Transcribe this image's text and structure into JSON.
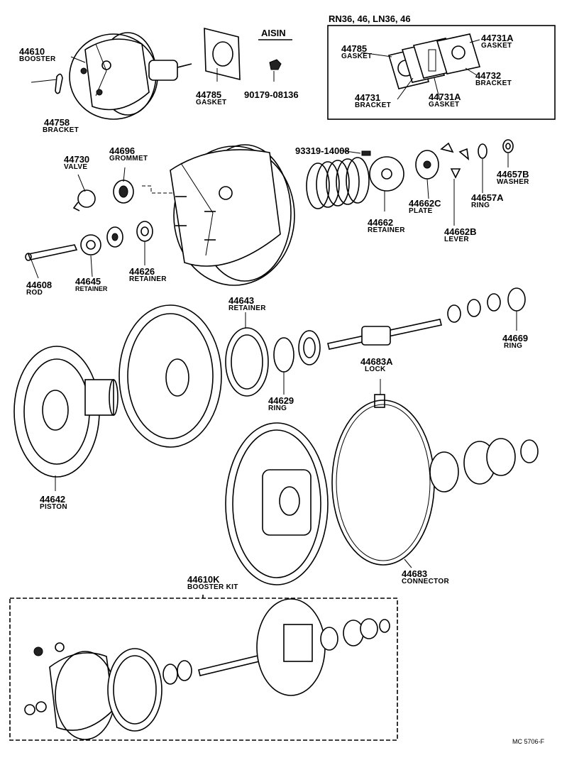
{
  "inset": {
    "title": "RN36, 46, LN36, 46"
  },
  "aisin": "AISIN",
  "kit": {
    "number": "44610K",
    "name": "BOOSTER KIT"
  },
  "code": "MC 5706-F",
  "parts": [
    {
      "number": "44610",
      "name": "BOOSTER"
    },
    {
      "number": "44758",
      "name": "BRACKET"
    },
    {
      "number": "44785",
      "name": "GASKET"
    },
    {
      "number": "90179-08136",
      "name": ""
    },
    {
      "number": "44785",
      "name": "GASKET"
    },
    {
      "number": "44731A",
      "name": "GASKET"
    },
    {
      "number": "44732",
      "name": "BRACKET"
    },
    {
      "number": "44731",
      "name": "BRACKET"
    },
    {
      "number": "44731A",
      "name": "GASKET"
    },
    {
      "number": "44730",
      "name": "VALVE"
    },
    {
      "number": "44696",
      "name": "GROMMET"
    },
    {
      "number": "93319-14008",
      "name": ""
    },
    {
      "number": "44657B",
      "name": "WASHER"
    },
    {
      "number": "44662C",
      "name": "PLATE"
    },
    {
      "number": "44657A",
      "name": "RING"
    },
    {
      "number": "44662",
      "name": "RETAINER"
    },
    {
      "number": "44662B",
      "name": "LEVER"
    },
    {
      "number": "44608",
      "name": "ROD"
    },
    {
      "number": "44645",
      "name": "RETAINER"
    },
    {
      "number": "44626",
      "name": "RETAINER"
    },
    {
      "number": "44643",
      "name": "RETAINER"
    },
    {
      "number": "44669",
      "name": "RING"
    },
    {
      "number": "44683A",
      "name": "LOCK"
    },
    {
      "number": "44629",
      "name": "RING"
    },
    {
      "number": "44642",
      "name": "PISTON"
    },
    {
      "number": "44683",
      "name": "CONNECTOR"
    }
  ]
}
